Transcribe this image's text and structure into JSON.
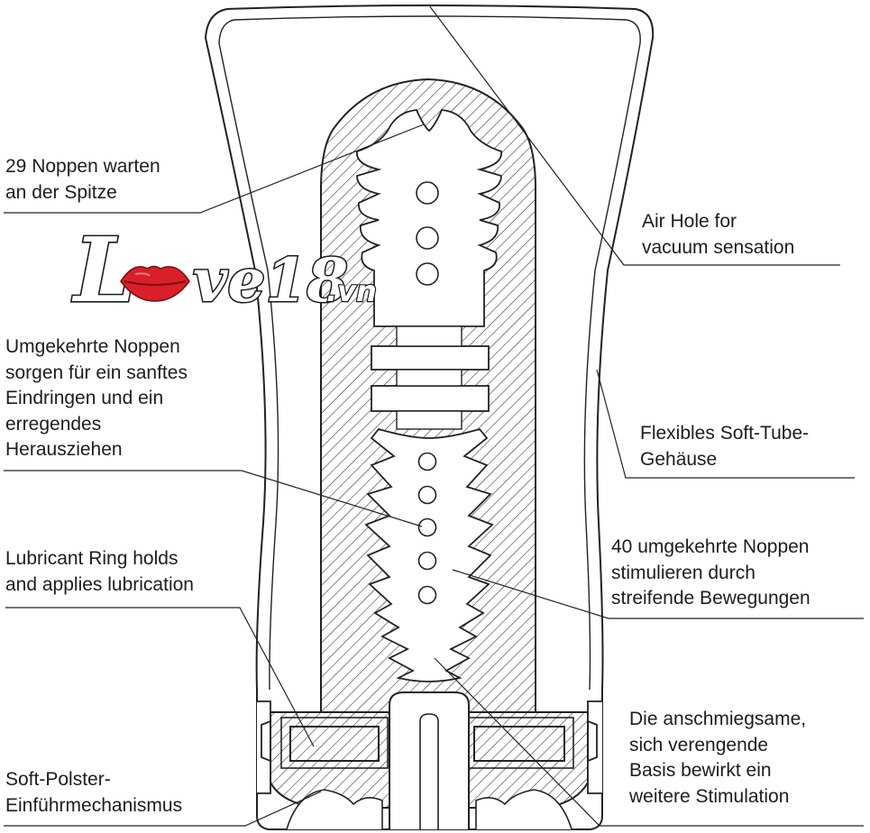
{
  "colors": {
    "line": "#222222",
    "text": "#1d1d1d",
    "lips": "#d9202a"
  },
  "logo": {
    "text": "Love18.vn",
    "decorative": true
  },
  "labels": {
    "tip_nubs": [
      "29 Noppen warten",
      "an der Spitze"
    ],
    "air_hole": [
      "Air Hole for",
      "vacuum sensation"
    ],
    "reverse_nubs": [
      "Umgekehrte Noppen",
      "sorgen für ein sanftes",
      "Eindringen und ein",
      "erregendes",
      "Herausziehen"
    ],
    "soft_tube": [
      "Flexibles Soft-Tube-",
      "Gehäuse"
    ],
    "forty_nubs": [
      "40 umgekehrte Noppen",
      "stimulieren durch",
      "streifende Bewegungen"
    ],
    "lube_ring": [
      "Lubricant Ring holds",
      "and applies lubrication"
    ],
    "base": [
      "Die anschmiegsame,",
      "sich verengende",
      "Basis bewirkt ein",
      "weitere Stimulation"
    ],
    "cushion": [
      "Soft-Polster-",
      "Einführmechanismus"
    ]
  }
}
